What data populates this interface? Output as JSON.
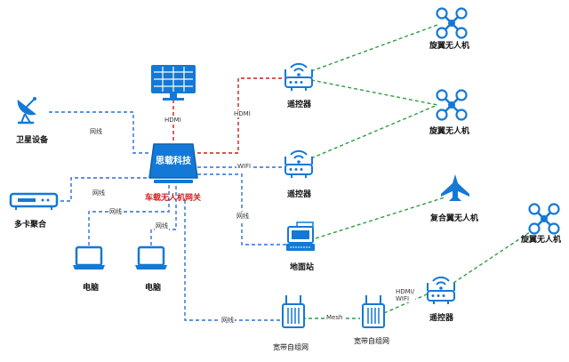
{
  "nodes": {
    "satellite": "卫星设备",
    "multicard": "多卡聚合",
    "pc1": "电脑",
    "pc2": "电脑",
    "display_hdmi": "HDMI",
    "gateway_brand": "思载科技",
    "gateway_caption": "车载无人机网关",
    "rc1": "遥控器",
    "rc2": "遥控器",
    "rc3": "遥控器",
    "ground_station": "地面站",
    "mesh1": "宽带自组网",
    "mesh2": "宽带自组网",
    "drone1": "旋翼无人机",
    "drone2": "旋翼无人机",
    "drone3": "旋翼无人机",
    "fixed_wing": "复合翼无人机"
  },
  "links": {
    "net_sat": "网线",
    "net_multi": "网线",
    "net_pc1": "网线",
    "net_pc2": "网线",
    "net_ground": "网线",
    "net_mesh": "网线",
    "hdmi_rc1": "HDMI",
    "wifi_rc2": "WIFI",
    "mesh": "Mesh",
    "hdmi_wifi": "HDMI/\nWIFI"
  },
  "colors": {
    "blue_link": "#2f6fd6",
    "red_link": "#c81e1e",
    "green_link": "#2e9e3e",
    "icon_blue": "#1479d6",
    "caption_red": "#d42020"
  }
}
